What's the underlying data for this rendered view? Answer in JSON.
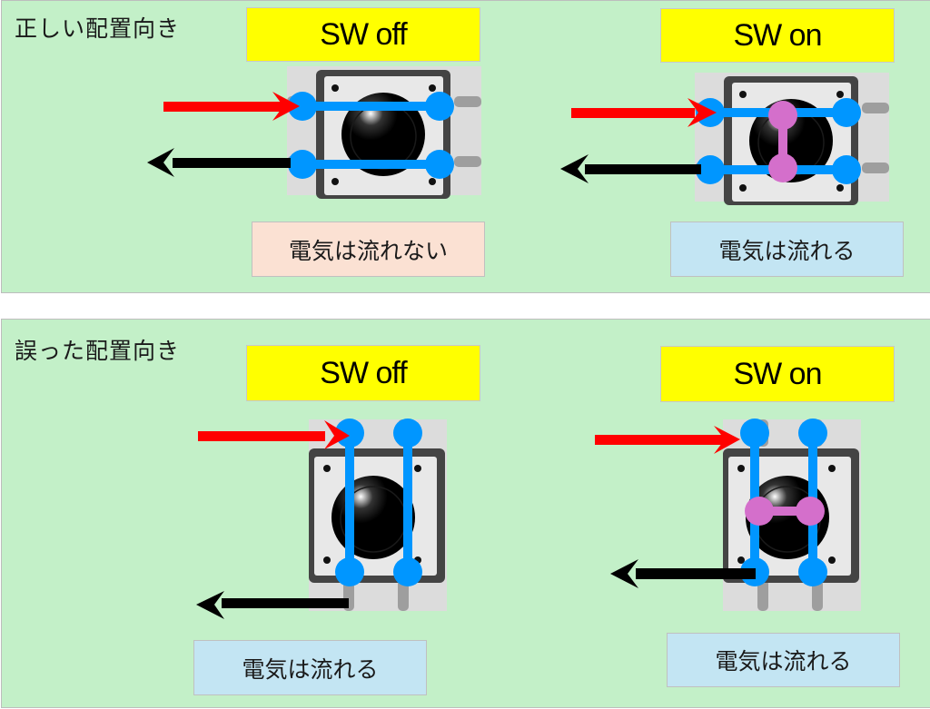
{
  "colors": {
    "background": "#c3f0c8",
    "label_bg": "#ffff00",
    "no_current_bg": "#fbe1d3",
    "current_bg": "#c3e5f3",
    "input_arrow": "#ff0000",
    "output_arrow": "#000000",
    "contact_line": "#0096ff",
    "switch_bridge": "#d46fcb"
  },
  "panels": [
    {
      "title": "正しい配置向き",
      "orientation": "horizontal-legs",
      "cases": [
        {
          "label": "SW off",
          "pressed": false,
          "result": "電気は流れない",
          "current_flows": false
        },
        {
          "label": "SW on",
          "pressed": true,
          "result": "電気は流れる",
          "current_flows": true
        }
      ]
    },
    {
      "title": "誤った配置向き",
      "orientation": "vertical-legs",
      "cases": [
        {
          "label": "SW off",
          "pressed": false,
          "result": "電気は流れる",
          "current_flows": true
        },
        {
          "label": "SW on",
          "pressed": true,
          "result": "電気は流れる",
          "current_flows": true
        }
      ]
    }
  ]
}
